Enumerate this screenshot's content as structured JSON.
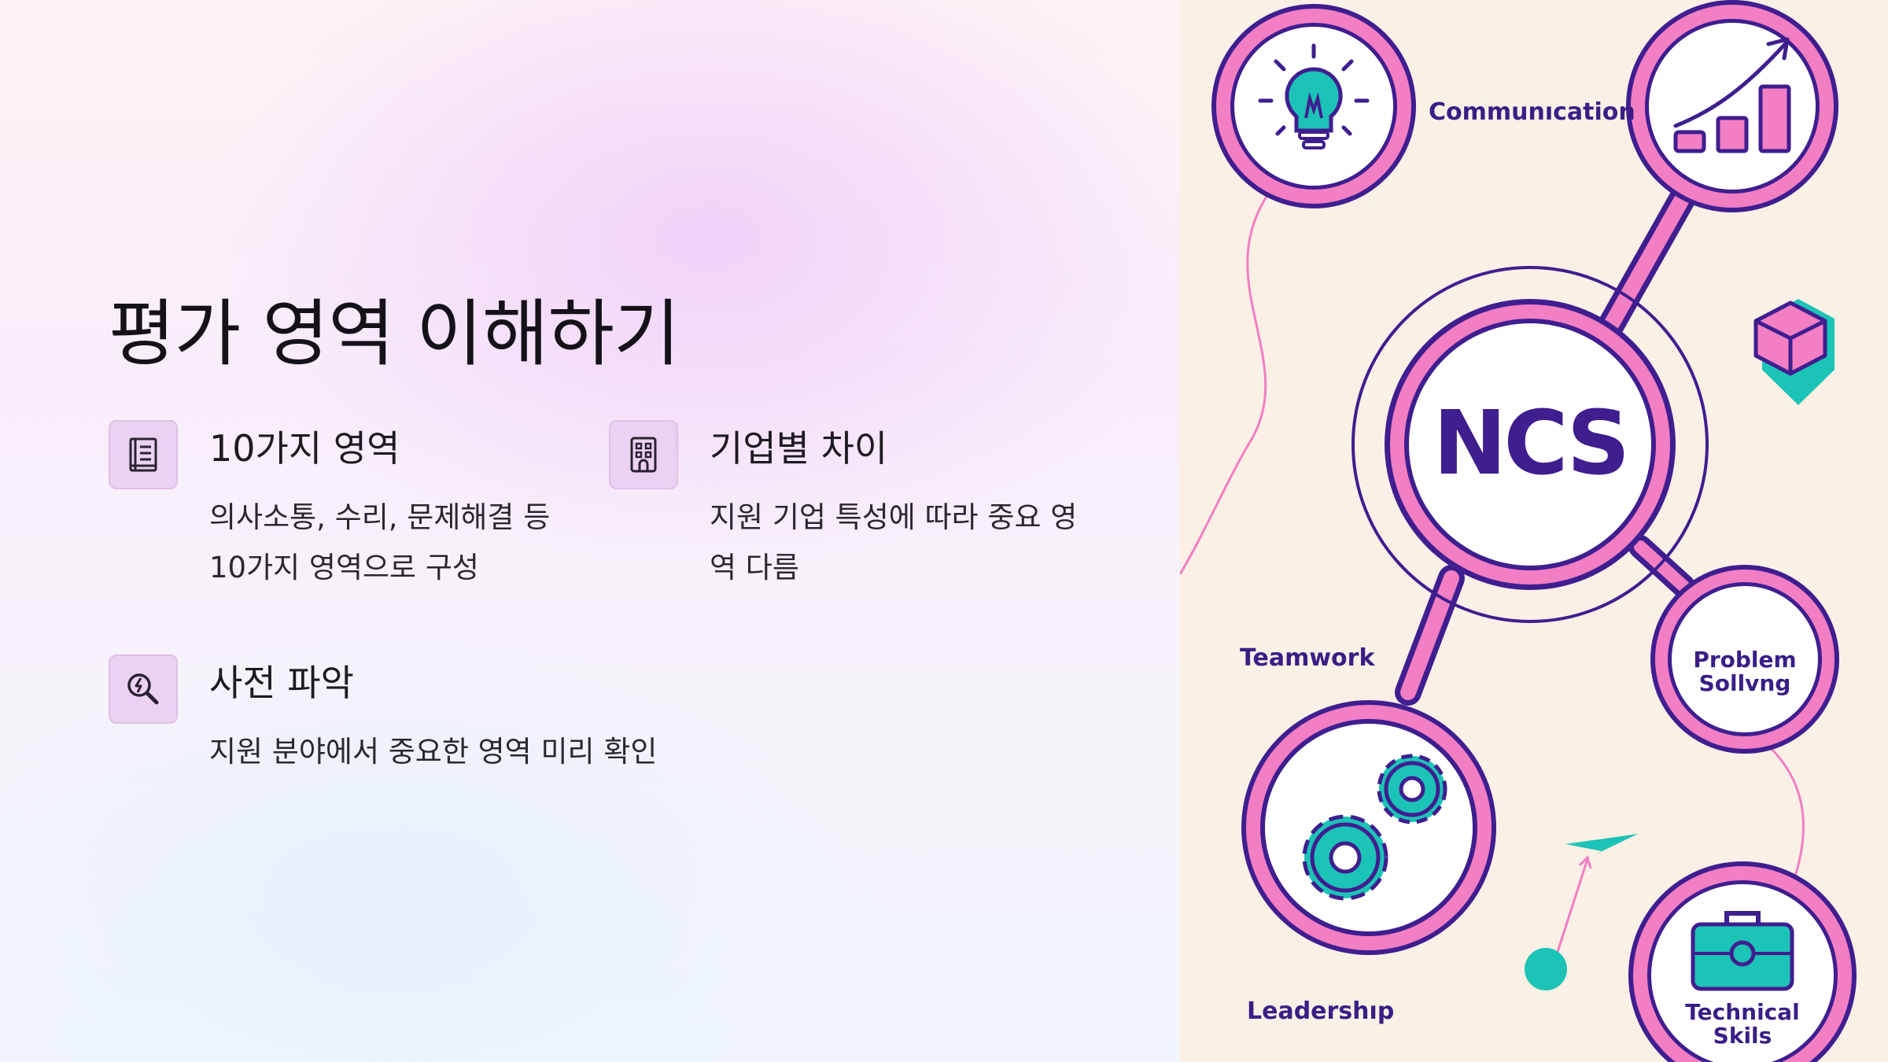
{
  "slide": {
    "title": "평가 영역 이해하기",
    "features": [
      {
        "icon": "book-icon",
        "title": "10가지 영역",
        "desc_line1": "의사소통, 수리, 문제해결 등",
        "desc_line2": "10가지 영역으로 구성"
      },
      {
        "icon": "building-icon",
        "title": "기업별 차이",
        "desc_line1": "지원 기업 특성에 따라 중요 영",
        "desc_line2": "역 다름"
      },
      {
        "icon": "search-insight-icon",
        "title": "사전 파악",
        "desc_line1": "지원 분야에서 중요한 영역 미리 확인",
        "desc_line2": ""
      }
    ]
  },
  "illustration": {
    "center_label": "NCS",
    "labels": {
      "communication": "Communıcation",
      "teamwork": "Teamwork",
      "problem_line1": "Problem",
      "problem_line2": "Sollvng",
      "leadership": "Leadershıp",
      "technical_line1": "Technical",
      "technical_line2": "Skils"
    },
    "colors": {
      "pink": "#f27ec4",
      "purple": "#3f1e8f",
      "teal": "#1cc3b7",
      "cream": "#faf0e5"
    }
  }
}
